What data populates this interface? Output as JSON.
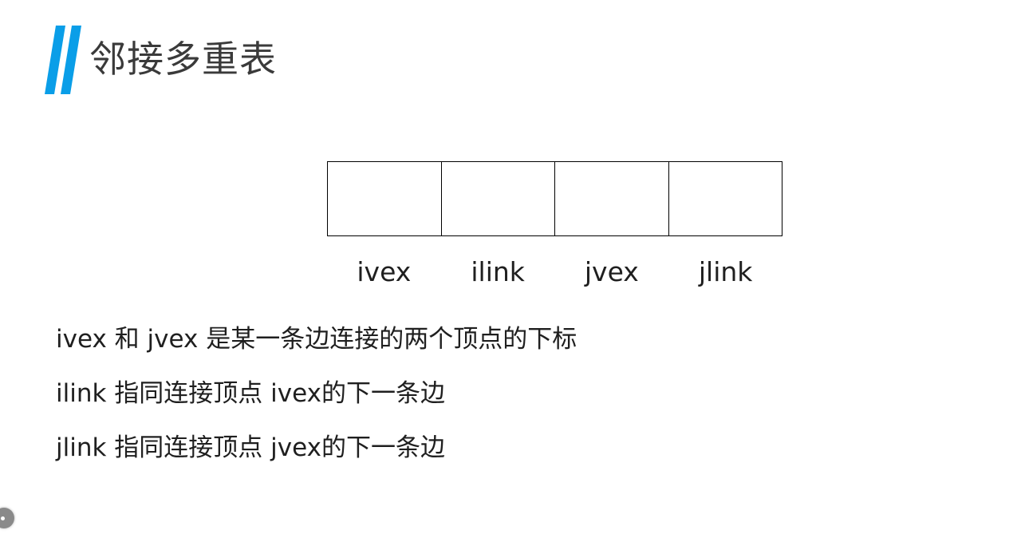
{
  "slide": {
    "title": "邻接多重表",
    "accent_color": "#0a9ee8"
  },
  "node_structure": {
    "fields": [
      "ivex",
      "ilink",
      "jvex",
      "jlink"
    ]
  },
  "description": {
    "lines": [
      "ivex 和 jvex 是某一条边连接的两个顶点的下标",
      "ilink 指同连接顶点 ivex的下一条边",
      "jlink 指同连接顶点 jvex的下一条边"
    ]
  },
  "controls": {
    "page_indicator_icon": "circle-dot-icon"
  }
}
